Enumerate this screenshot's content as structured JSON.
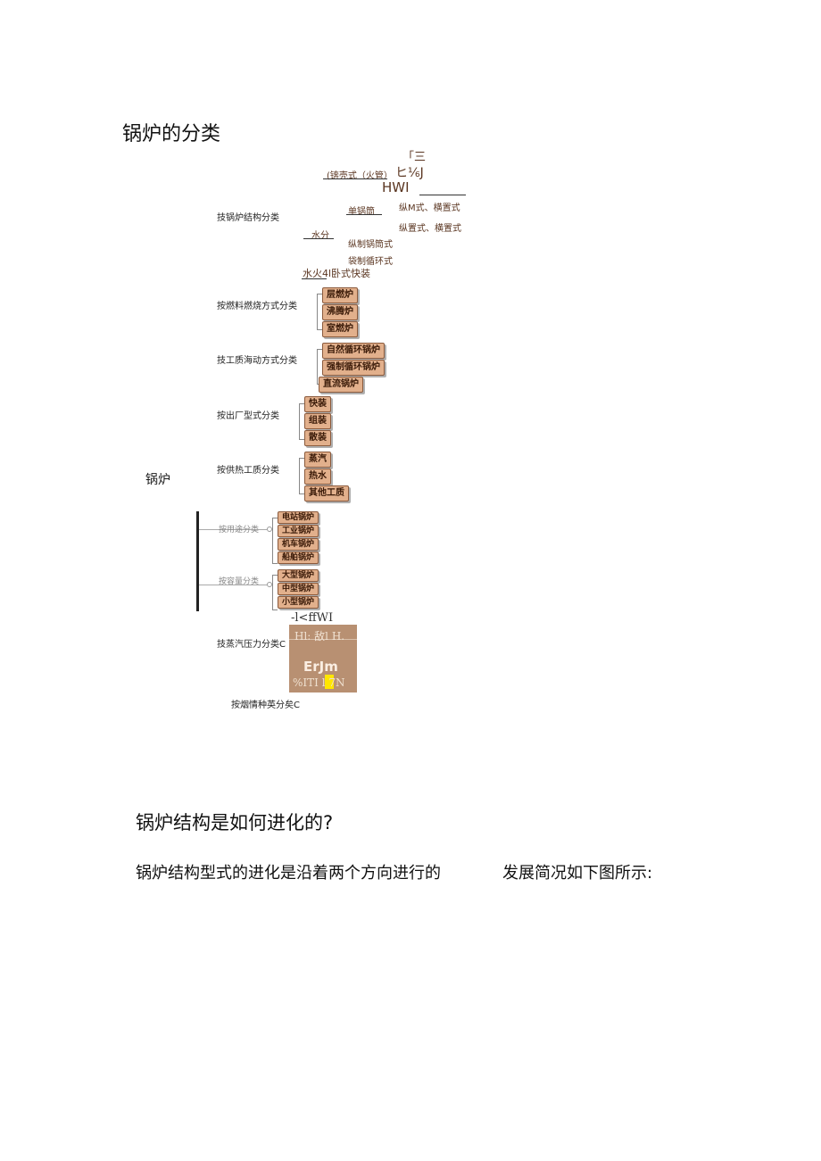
{
  "title": "锅炉的分类",
  "root_label": "锅炉",
  "structure": {
    "category": "技锅炉结构分类",
    "fragments": [
      "「三",
      "(锛壳式（火管）",
      "ヒ⅙J",
      "HWI",
      "单锅筒",
      "纵M式、横置式",
      "纵置式、横置式",
      "水分",
      "纵制锅筒式",
      "袋制循环式",
      "水火4l卧式快装"
    ]
  },
  "fuel": {
    "category": "按燃料燃烧方式分类",
    "items": [
      "层燃炉",
      "沸腾炉",
      "室燃炉"
    ]
  },
  "flow": {
    "category": "技工质海动方式分类",
    "items": [
      "自然循环锅炉",
      "强制循环锅炉",
      "直流锅炉"
    ]
  },
  "factory": {
    "category": "按出厂型式分类",
    "items": [
      "快装",
      "组装",
      "散装"
    ]
  },
  "medium": {
    "category": "按供热工质分类",
    "items": [
      "蒸汽",
      "热水",
      "其他工质"
    ]
  },
  "usage": {
    "category": "按用途分类",
    "items": [
      "电站锅炉",
      "工业锅炉",
      "机车锅炉",
      "船舶锅炉"
    ]
  },
  "capacity": {
    "category": "按容量分类",
    "items": [
      "大型锅炉",
      "中型锅炉",
      "小型锅炉"
    ]
  },
  "pressure": {
    "category": "技蒸汽压力分类C",
    "above": "-l<ffWI",
    "panel_top": "Hl: 敌l H.",
    "panel_mid": "ErJm",
    "panel_bot": "%ITI l 7N"
  },
  "smoke": {
    "category": "按烟情种英分矣C"
  },
  "section_title": "锅炉结构是如何进化的?",
  "para_left": "锅炉结构型式的进化是沿着两个方向进行的",
  "para_right": "发展简况如下图所示:"
}
